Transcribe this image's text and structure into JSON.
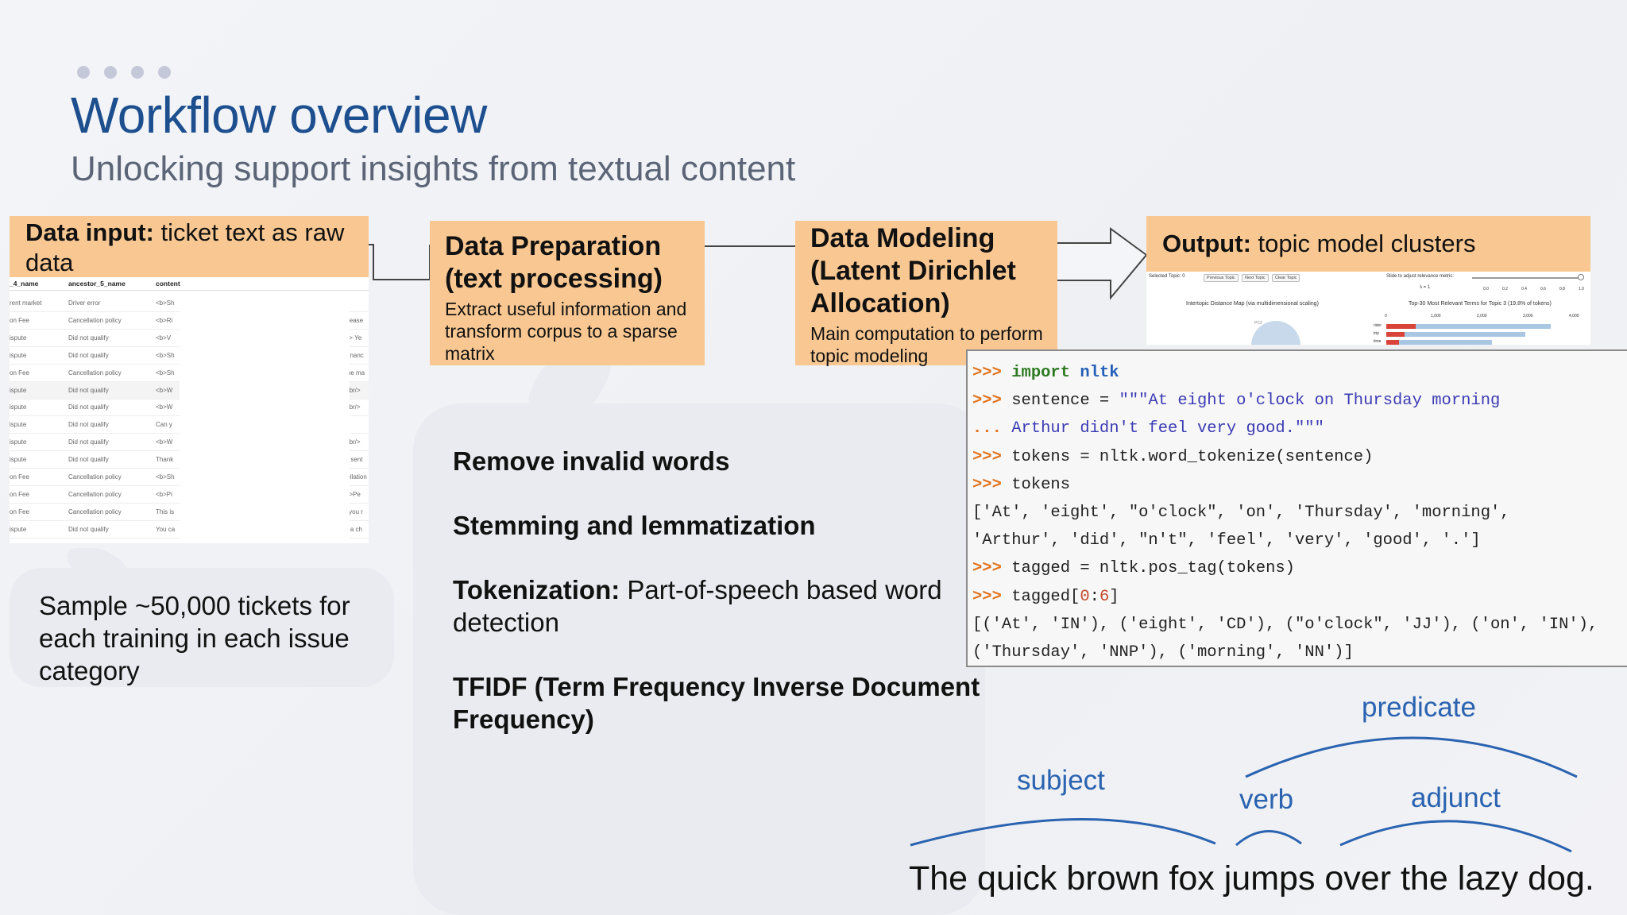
{
  "slide": {
    "title": "Workflow overview",
    "subtitle": "Unlocking support insights from textual content"
  },
  "boxes": {
    "input": {
      "label": "Data input:",
      "text": " ticket text as raw data"
    },
    "prep": {
      "heading": "Data Preparation (text processing)",
      "desc": "Extract useful information and transform corpus to a sparse matrix"
    },
    "model": {
      "heading": "Data Modeling (Latent Dirichlet Allocation)",
      "desc": "Main computation to perform topic modeling"
    },
    "output": {
      "label": "Output:",
      "text": " topic model clusters"
    }
  },
  "table_shot": {
    "headers": [
      "_4_name",
      "ancestor_5_name",
      "content"
    ],
    "rows": [
      [
        "rent market",
        "Driver error",
        "<b>Sh"
      ],
      [
        "on Fee",
        "Cancellation policy",
        "<b>Ri"
      ],
      [
        "ispute",
        "Did not qualify",
        "<b>V"
      ],
      [
        "ispute",
        "Did not qualify",
        "<b>Sh"
      ],
      [
        "on Fee",
        "Cancellation policy",
        "<b>Sh"
      ],
      [
        "ispute",
        "Did not qualify",
        "<b>W"
      ],
      [
        "ispute",
        "Did not qualify",
        "<b>W"
      ],
      [
        "ispute",
        "Did not qualify",
        "Can y"
      ],
      [
        "ispute",
        "Did not qualify",
        "<b>W"
      ],
      [
        "ispute",
        "Did not qualify",
        "Thank"
      ],
      [
        "on Fee",
        "Cancellation policy",
        "<b>Sh"
      ],
      [
        "on Fee",
        "Cancellation policy",
        "<b>Pi"
      ],
      [
        "on Fee",
        "Cancellation policy",
        "This is"
      ],
      [
        "ispute",
        "Did not qualify",
        "You ca"
      ]
    ],
    "right_fragments": [
      "",
      ">Please",
      "</b> Ye",
      "g kinanc",
      "g the ma",
      "/><br/>",
      "/><br/>",
      "",
      "/><br/>",
      "at I sent",
      "ncellation",
      ">/b>Pe",
      "en you r",
      "r is a ch"
    ]
  },
  "output_shot": {
    "selected_topic": "Selected Topic: 0",
    "buttons": [
      "Previous Topic",
      "Next Topic",
      "Clear Topic"
    ],
    "slider_label": "Slide to adjust relevance metric:",
    "lambda": "λ = 1",
    "slider_ticks": [
      "0.0",
      "0.2",
      "0.4",
      "0.6",
      "0.8",
      "1.0"
    ],
    "map_title": "Intertopic Distance Map (via multidimensional scaling)",
    "pc_label": "PC2",
    "terms_title": "Top-30 Most Relevant Terms for Topic 3 (19.8% of tokens)",
    "axis_ticks": [
      "0",
      "1,000",
      "2,000",
      "3,000",
      "4,000"
    ],
    "terms": [
      "rider",
      "trip",
      "time"
    ],
    "bars": [
      {
        "term": "rider",
        "total": 0.9,
        "topic": 0.16
      },
      {
        "term": "trip",
        "total": 0.76,
        "topic": 0.1
      },
      {
        "term": "time",
        "total": 0.58,
        "topic": 0.07
      }
    ]
  },
  "steps": [
    {
      "bold": "Remove invalid words",
      "rest": ""
    },
    {
      "bold": "Stemming and lemmatization",
      "rest": ""
    },
    {
      "bold": "Tokenization:",
      "rest": " Part-of-speech based word",
      "line2": "detection"
    },
    {
      "bold": "TFIDF (Term Frequency Inverse Document",
      "rest": "",
      "line2": "Frequency)"
    }
  ],
  "sample_text": "Sample ~50,000 tickets for each training in each issue category",
  "code": {
    "l1_kw": "import",
    "l1_mod": "nltk",
    "l2_a": "sentence = ",
    "l2_s": "\"\"\"At eight o'clock on Thursday morning",
    "l3_p": "...",
    "l3_s": " Arthur didn't feel very good.\"\"\"",
    "l4": "tokens = nltk.word_tokenize(sentence)",
    "l5": "tokens",
    "l6": "['At', 'eight', \"o'clock\", 'on', 'Thursday', 'morning',",
    "l7": "'Arthur', 'did', \"n't\", 'feel', 'very', 'good', '.']",
    "l8": "tagged = nltk.pos_tag(tokens)",
    "l9_a": "tagged[",
    "l9_n1": "0",
    "l9_b": ":",
    "l9_n2": "6",
    "l9_c": "]",
    "l10": "[('At', 'IN'), ('eight', 'CD'), (\"o'clock\", 'JJ'), ('on', 'IN'),",
    "l11": "('Thursday', 'NNP'), ('morning', 'NN')]",
    "prompt": ">>>"
  },
  "parse": {
    "predicate": "predicate",
    "subject": "subject",
    "verb": "verb",
    "adjunct": "adjunct",
    "sentence": "The quick brown fox jumps over the lazy dog."
  },
  "colors": {
    "accent": "#f9c892",
    "title": "#1d4f8f",
    "parse_blue": "#2a63b0"
  }
}
